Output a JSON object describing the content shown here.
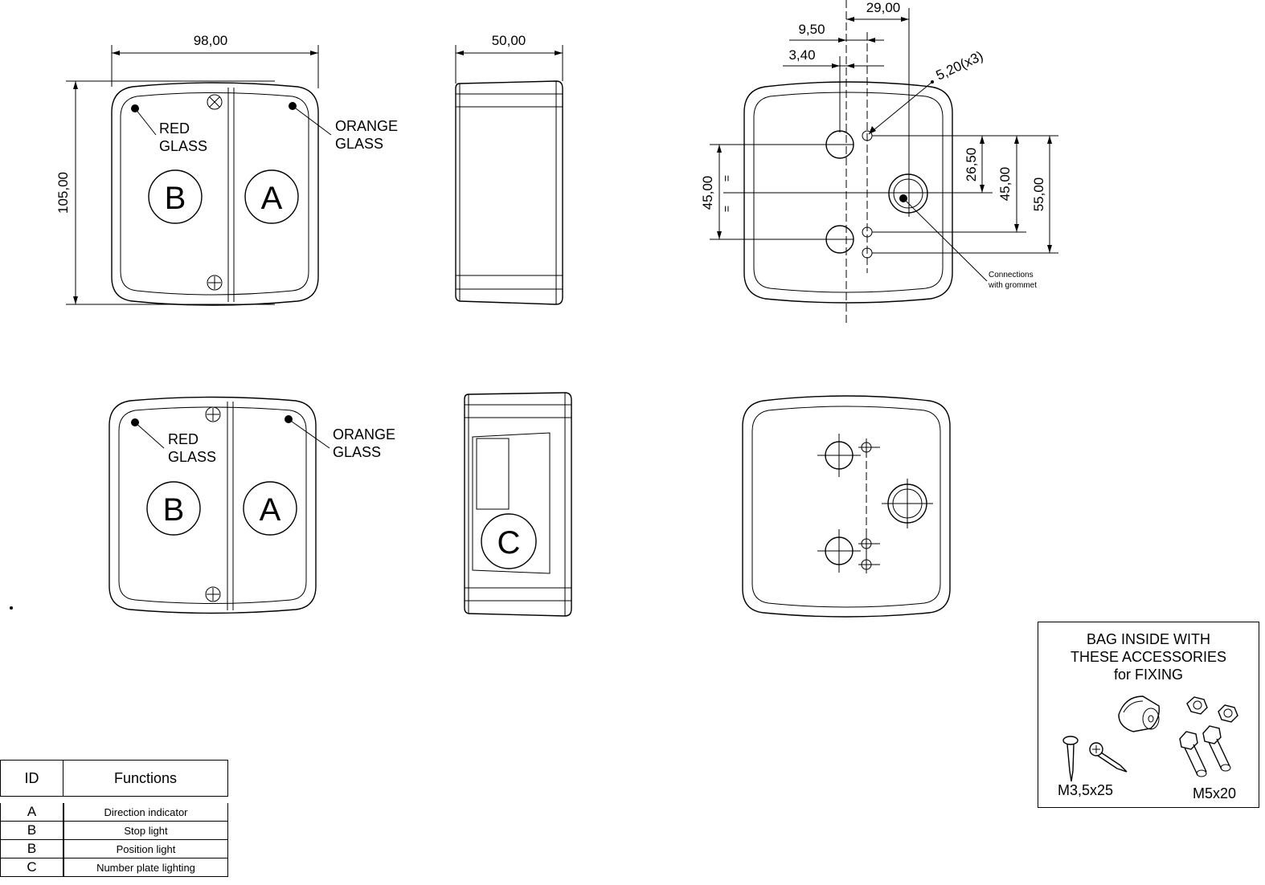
{
  "dimensions": {
    "width": "98,00",
    "height": "105,00",
    "depth": "50,00",
    "d29": "29,00",
    "d9_5": "9,50",
    "d3_4": "3,40",
    "hole": "5,20(x3)",
    "h26_5": "26,50",
    "h45_left": "45,00",
    "h45_right": "45,00",
    "h55": "55,00",
    "equal": "="
  },
  "labels": {
    "red_glass_line1": "RED",
    "red_glass_line2": "GLASS",
    "orange_glass_line1": "ORANGE",
    "orange_glass_line2": "GLASS",
    "lamp_a": "A",
    "lamp_b": "B",
    "lamp_c": "C",
    "connections_line1": "Connections",
    "connections_line2": "with grommet"
  },
  "functions_table": {
    "header_id": "ID",
    "header_functions": "Functions",
    "rows": [
      {
        "id": "A",
        "function": "Direction  indicator"
      },
      {
        "id": "B",
        "function": "Stop light"
      },
      {
        "id": "B",
        "function": "Position light"
      },
      {
        "id": "C",
        "function": "Number plate lighting"
      }
    ]
  },
  "accessories": {
    "title_line1": "BAG INSIDE WITH",
    "title_line2": "THESE ACCESSORIES",
    "title_line3": "for FIXING",
    "screw_label": "M3,5x25",
    "bolt_label": "M5x20"
  }
}
